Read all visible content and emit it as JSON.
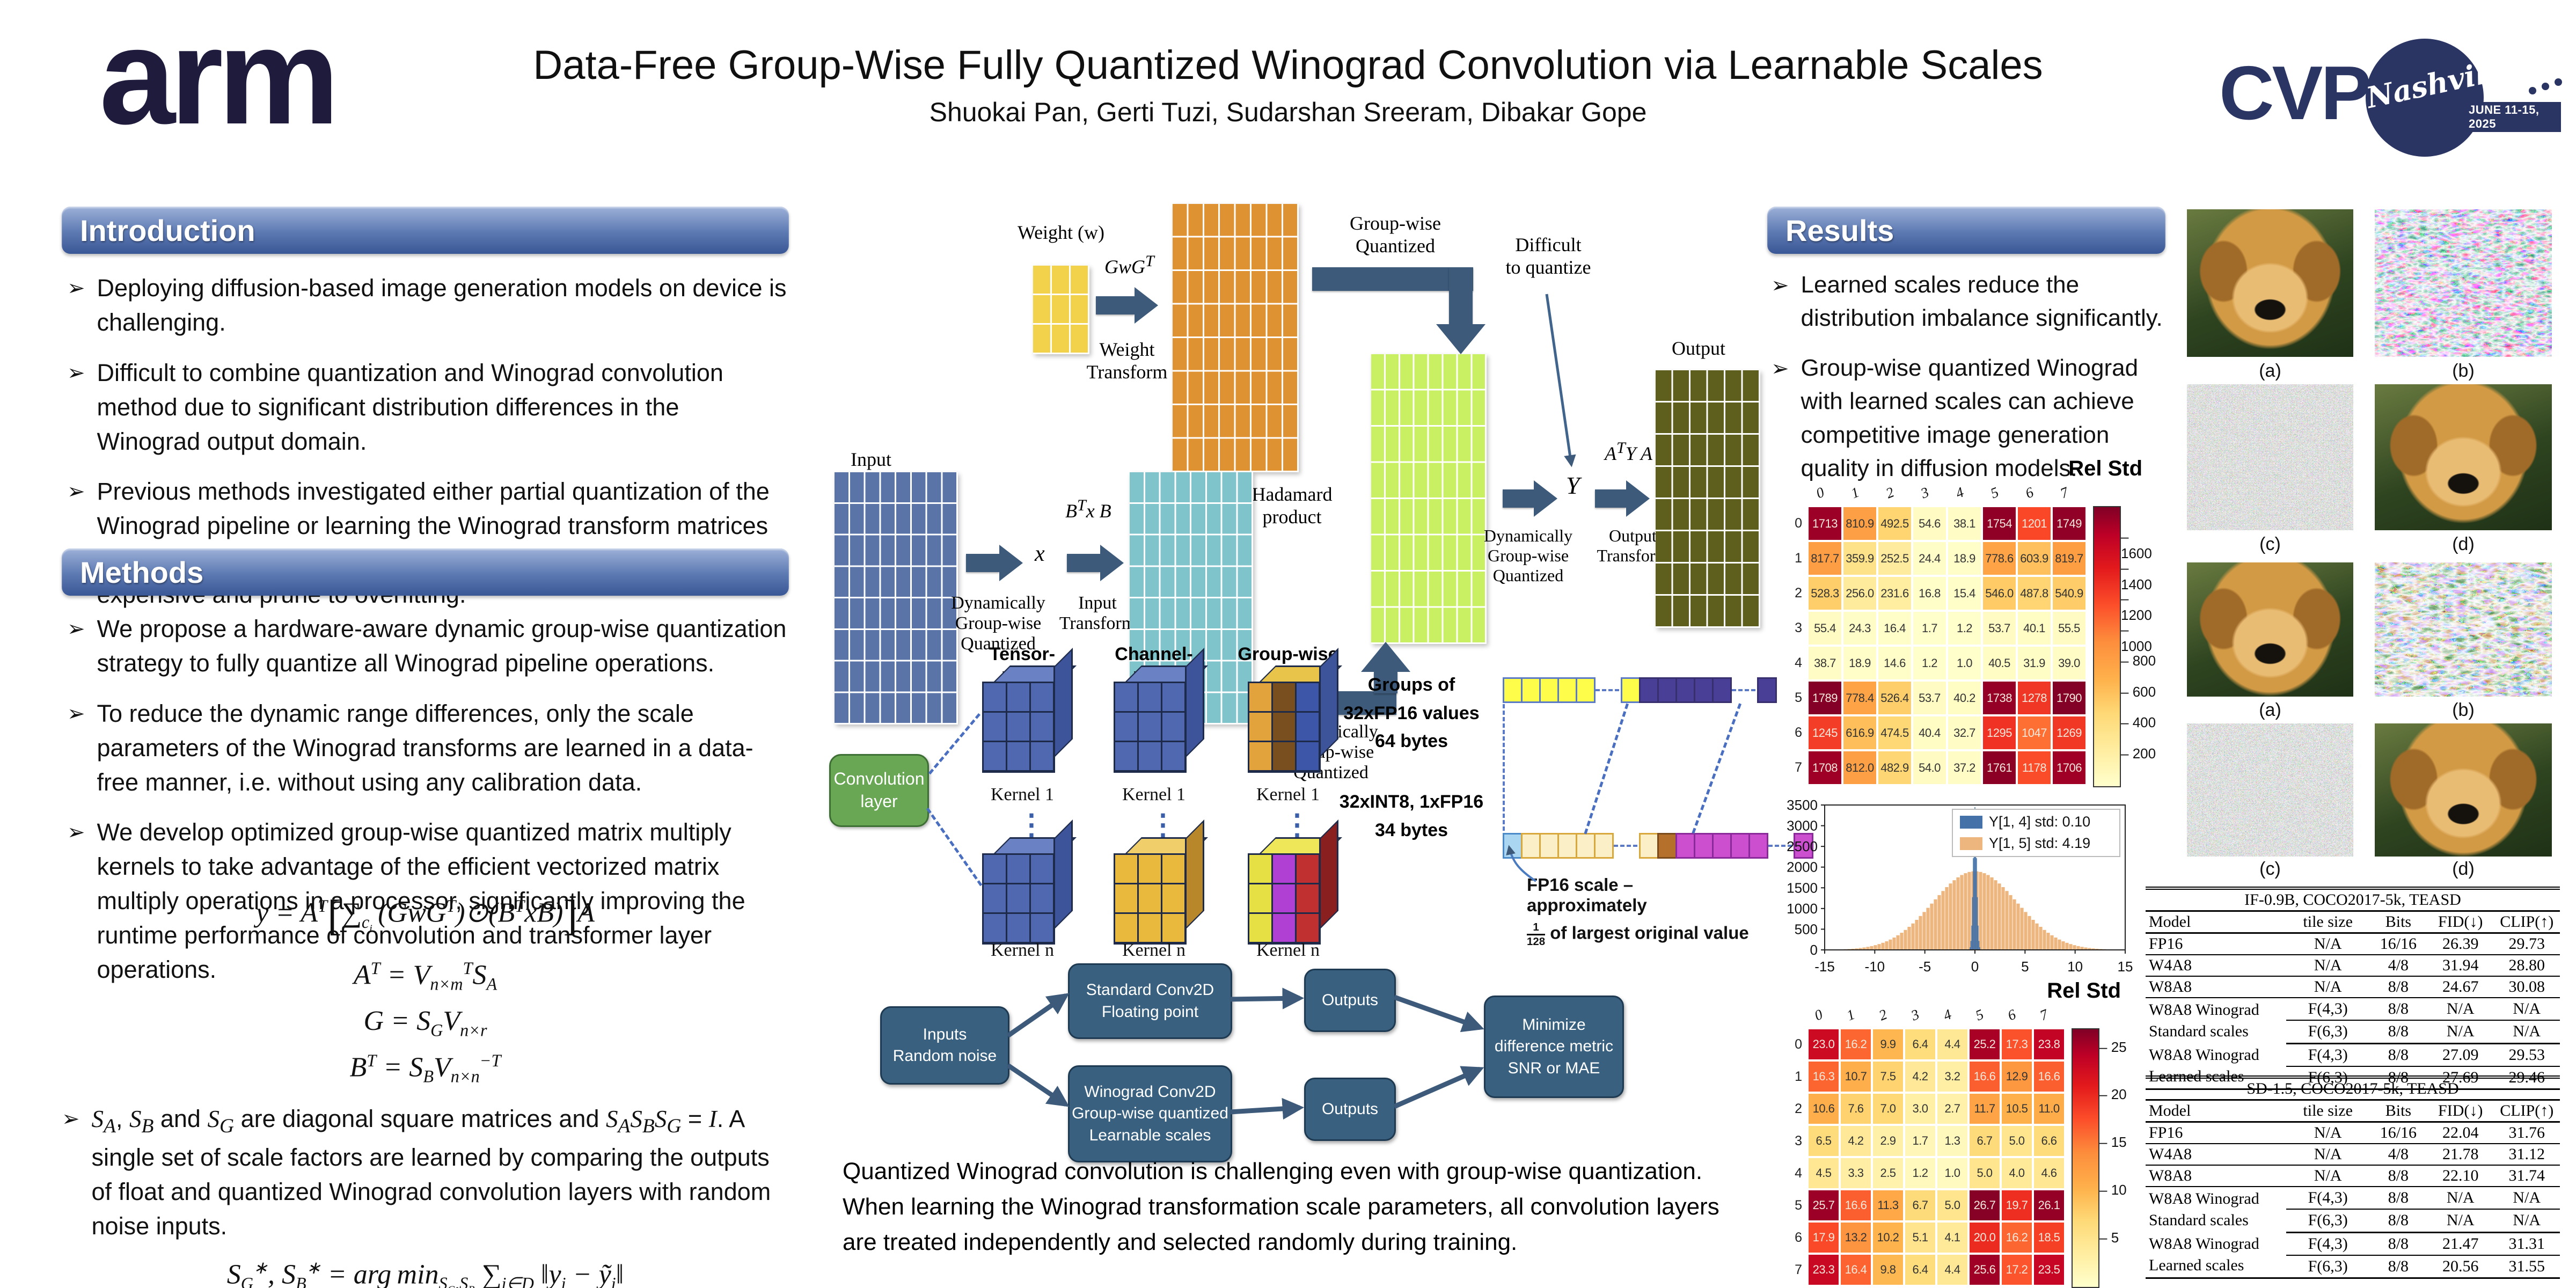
{
  "header": {
    "logo": "arm",
    "title": "Data-Free Group-Wise Fully Quantized Winograd Convolution via Learnable Scales",
    "authors": "Shuokai Pan, Gerti Tuzi, Sudarshan Sreeram, Dibakar Gope",
    "conference": {
      "name": "CVPR",
      "city": "Nashville",
      "dates": "JUNE 11-15, 2025"
    }
  },
  "introduction": {
    "heading": "Introduction",
    "bullets": [
      "Deploying diffusion-based image generation models on device is challenging.",
      "Difficult to combine quantization and Winograd convolution method due to significant distribution differences in the Winograd output domain.",
      "Previous methods investigated either partial quantization of the Winograd pipeline or learning the Winograd transform matrices in a quantization aware training setup, which is computationally expensive and prune to overfitting."
    ]
  },
  "methods": {
    "heading": "Methods",
    "bullets": [
      "We propose a hardware-aware dynamic group-wise quantization strategy to fully quantize all Winograd pipeline operations.",
      "To reduce the dynamic range differences, only the scale parameters of the Winograd transforms are learned in a data-free manner, i.e. without using any calibration data.",
      "We develop optimized group-wise quantized matrix multiply kernels to take advantage of the efficient vectorized matrix multiply operations in a processor, significantly improving the runtime performance of convolution and transformer layer operations."
    ],
    "eq_main": "y = A<sup>T</sup><span class=\"bigbr\">[</span>&#8721;<sub>c<sub>i</sub></sub>&#8201;(GwG<sup>T</sup>)&#8857;(B<sup>T</sup>xB)<span class=\"bigbr\">]</span>A",
    "eq_at": "A<sup>T</sup> =  V<sub>n&#215;m</sub><sup>T</sup>S<sub>A</sub>",
    "eq_g": "G =  S<sub>G</sub>V<sub>n&#215;r</sub>",
    "eq_bt": "B<sup>T</sup> =  S<sub>B</sub>V<sub>n&#215;n</sub><sup>&#8722;T</sup>",
    "scales_bullet": "<i class=\"m\">S<sub>A</sub></i>, <i class=\"m\">S<sub>B</sub></i> and <i class=\"m\">S<sub>G</sub></i> are diagonal square matrices and <i class=\"m\">S<sub>A</sub>S<sub>B</sub>S<sub>G</sub></i> = <i class=\"m\">I</i>. A single set of scale factors are learned by comparing the outputs of float and quantized Winograd convolution layers with random noise inputs.",
    "eq_argmin": "S<sub>G</sub><sup>&#8727;</sup>, S<sub>B</sub><sup>&#8727;</sup> = arg&#8201;min<sub>S<sub>G</sub>,S<sub>B</sub></sub> &#8721;<sub>i&#8712;D</sub> &#8214;y<sub>i</sub> &#8722; y&#771;<sub>i</sub>&#8214;"
  },
  "pipeline": {
    "weight_label": "Weight (w)",
    "weight_eq": "GwG<sup>T</sup>",
    "weight_transform": "Weight\nTransform",
    "groupwise_quantized": "Group-wise\nQuantized",
    "hadamard": "Hadamard\nproduct",
    "input_label": "Input",
    "x_label": "x",
    "input_eq": "B<sup>T</sup>x B",
    "dyn_gw_quant_input": "Dynamically\nGroup-wise\nQuantized",
    "input_transform": "Input\nTransform",
    "dyn_gw_quant_output": "Dynamically\nGroup-wise\nQuantized",
    "difficult": "Difficult\nto quantize",
    "y_label": "Y",
    "output_eq": "A<sup>T</sup>Y A",
    "output_transform": "Output\nTransform",
    "output_label": "Output"
  },
  "grouping": {
    "col_tensor": "Tensor-wise",
    "col_channel": "Channel-wise",
    "col_group": "Group-wise",
    "kernel1_label": "Kernel 1",
    "kerneln_label": "Kernel n",
    "conv_layer": "Convolution\nlayer",
    "groups_text": "Groups of\n32xFP16 values\n64 bytes",
    "int8_text": "32xINT8, 1xFP16\n34 bytes",
    "fp16_note1": "FP16 scale – approximately",
    "fp16_note2": "<span class=\"frac\"><span>1</span><span>128</span></span> of largest original value"
  },
  "training": {
    "inputs": "Inputs\nRandom noise",
    "std_conv": "Standard Conv2D\nFloating point",
    "win_conv": "Winograd Conv2D\nGroup-wise quantized\nLearnable scales",
    "outputs1": "Outputs",
    "outputs2": "Outputs",
    "minimize": "Minimize\ndifference metric\nSNR or MAE"
  },
  "caption": "Quantized Winograd convolution is challenging even with group-wise quantization. When learning the Winograd transformation scale parameters, all convolution layers are treated independently and selected randomly during training.",
  "results": {
    "heading": "Results",
    "bullets": [
      "Learned scales reduce the distribution imbalance significantly.",
      "Group-wise quantized Winograd with learned scales can achieve competitive image generation quality in diffusion models."
    ]
  },
  "chart_data": [
    {
      "type": "heatmap",
      "title": "Rel Std",
      "x_labels": [
        "0",
        "1",
        "2",
        "3",
        "4",
        "5",
        "6",
        "7"
      ],
      "y_labels": [
        "0",
        "1",
        "2",
        "3",
        "4",
        "5",
        "6",
        "7"
      ],
      "values": [
        [
          "1713",
          "810.9",
          "492.5",
          "54.6",
          "38.1",
          "1754",
          "1201",
          "1749"
        ],
        [
          "817.7",
          "359.9",
          "252.5",
          "24.4",
          "18.9",
          "778.6",
          "603.9",
          "819.7"
        ],
        [
          "528.3",
          "256.0",
          "231.6",
          "16.8",
          "15.4",
          "546.0",
          "487.8",
          "540.9"
        ],
        [
          "55.4",
          "24.3",
          "16.4",
          "1.7",
          "1.2",
          "53.7",
          "40.1",
          "55.5"
        ],
        [
          "38.7",
          "18.9",
          "14.6",
          "1.2",
          "1.0",
          "40.5",
          "31.9",
          "39.0"
        ],
        [
          "1789",
          "778.4",
          "526.4",
          "53.7",
          "40.2",
          "1738",
          "1278",
          "1790"
        ],
        [
          "1245",
          "616.9",
          "474.5",
          "40.4",
          "32.7",
          "1295",
          "1047",
          "1269"
        ],
        [
          "1708",
          "812.0",
          "482.9",
          "54.0",
          "37.2",
          "1761",
          "1178",
          "1706"
        ]
      ],
      "vmin": 0,
      "vmax": 1800,
      "colorbar_ticks": [
        200,
        400,
        600,
        800,
        1000,
        1200,
        1400,
        1600
      ],
      "colormap": "YlOrRd"
    },
    {
      "type": "histogram",
      "xlabel": "Rel Std",
      "xlim": [
        -15,
        15
      ],
      "ylim": [
        0,
        3500
      ],
      "xticks": [
        -15,
        -10,
        -5,
        0,
        5,
        10,
        15
      ],
      "yticks": [
        0,
        500,
        1000,
        1500,
        2000,
        2500,
        3000,
        3500
      ],
      "legend_position": "upper right",
      "series": [
        {
          "label": "Y[1, 4] std: 0.10",
          "color": "#4472a8",
          "std": 0.1,
          "peak": 3450
        },
        {
          "label": "Y[1, 5] std: 4.19",
          "color": "#edb67e",
          "std": 4.19,
          "peak": 1900
        }
      ]
    },
    {
      "type": "heatmap",
      "title": "Rel Std",
      "x_labels": [
        "0",
        "1",
        "2",
        "3",
        "4",
        "5",
        "6",
        "7"
      ],
      "y_labels": [
        "0",
        "1",
        "2",
        "3",
        "4",
        "5",
        "6",
        "7"
      ],
      "values": [
        [
          "23.0",
          "16.2",
          "9.9",
          "6.4",
          "4.4",
          "25.2",
          "17.3",
          "23.8"
        ],
        [
          "16.3",
          "10.7",
          "7.5",
          "4.2",
          "3.2",
          "16.6",
          "12.9",
          "16.6"
        ],
        [
          "10.6",
          "7.6",
          "7.0",
          "3.0",
          "2.7",
          "11.7",
          "10.5",
          "11.0"
        ],
        [
          "6.5",
          "4.2",
          "2.9",
          "1.7",
          "1.3",
          "6.7",
          "5.0",
          "6.6"
        ],
        [
          "4.5",
          "3.3",
          "2.5",
          "1.2",
          "1.0",
          "5.0",
          "4.0",
          "4.6"
        ],
        [
          "25.7",
          "16.6",
          "11.3",
          "6.7",
          "5.0",
          "26.7",
          "19.7",
          "26.1"
        ],
        [
          "17.9",
          "13.2",
          "10.2",
          "5.1",
          "4.1",
          "20.0",
          "16.2",
          "18.5"
        ],
        [
          "23.3",
          "16.4",
          "9.8",
          "6.4",
          "4.4",
          "25.6",
          "17.2",
          "23.5"
        ]
      ],
      "vmin": 0,
      "vmax": 27,
      "colorbar_ticks": [
        5,
        10,
        15,
        20,
        25
      ],
      "colormap": "YlOrRd"
    }
  ],
  "tables": [
    {
      "title": "IF-0.9B, COCO2017-5k, TEASD",
      "columns": [
        "Model",
        "tile size",
        "Bits",
        "FID(↓)",
        "CLIP(↑)"
      ],
      "rows": [
        [
          "FP16",
          "N/A",
          "16/16",
          "26.39",
          "29.73"
        ],
        [
          "W4A8",
          "N/A",
          "4/8",
          "31.94",
          "28.80"
        ],
        [
          "W8A8",
          "N/A",
          "8/8",
          "24.67",
          "30.08"
        ]
      ],
      "groups": [
        {
          "model": [
            "W8A8 Winograd",
            "Standard scales"
          ],
          "subrows": [
            [
              "F(4,3)",
              "8/8",
              "N/A",
              "N/A"
            ],
            [
              "F(6,3)",
              "8/8",
              "N/A",
              "N/A"
            ]
          ]
        },
        {
          "model": [
            "W8A8 Winograd",
            "Learned scales"
          ],
          "subrows": [
            [
              "F(4,3)",
              "8/8",
              "27.09",
              "29.53"
            ],
            [
              "F(6,3)",
              "8/8",
              "27.69",
              "29.46"
            ]
          ]
        }
      ]
    },
    {
      "title": "SD-1.5, COCO2017-5k, TEASD",
      "columns": [
        "Model",
        "tile size",
        "Bits",
        "FID(↓)",
        "CLIP(↑)"
      ],
      "rows": [
        [
          "FP16",
          "N/A",
          "16/16",
          "22.04",
          "31.76"
        ],
        [
          "W4A8",
          "N/A",
          "4/8",
          "21.78",
          "31.12"
        ],
        [
          "W8A8",
          "N/A",
          "8/8",
          "22.10",
          "31.74"
        ]
      ],
      "groups": [
        {
          "model": [
            "W8A8 Winograd",
            "Standard scales"
          ],
          "subrows": [
            [
              "F(4,3)",
              "8/8",
              "N/A",
              "N/A"
            ],
            [
              "F(6,3)",
              "8/8",
              "N/A",
              "N/A"
            ]
          ]
        },
        {
          "model": [
            "W8A8 Winograd",
            "Learned scales"
          ],
          "subrows": [
            [
              "F(4,3)",
              "8/8",
              "21.47",
              "31.31"
            ],
            [
              "F(6,3)",
              "8/8",
              "20.56",
              "31.55"
            ]
          ]
        }
      ]
    }
  ],
  "figures": {
    "grid1_labels": [
      "(a)",
      "(b)",
      "(c)",
      "(d)"
    ],
    "grid2_labels": [
      "(a)",
      "(b)",
      "(c)",
      "(d)"
    ]
  },
  "colors": {
    "header_gradient_top": "#9db1d8",
    "header_gradient_bottom": "#3a5796",
    "arrow_blue": "#3d5a7a",
    "flow_box": "#39617f",
    "conv_green": "#69a755",
    "weight_yellow": "#f2d24b",
    "weight_transformed_orange": "#de9232",
    "input_blue": "#5b74a8",
    "input_transformed_teal": "#7fc3cb",
    "hadamard_green": "#c9ef62",
    "output_olive": "#5e5e1d",
    "navy": "#2b3563"
  }
}
